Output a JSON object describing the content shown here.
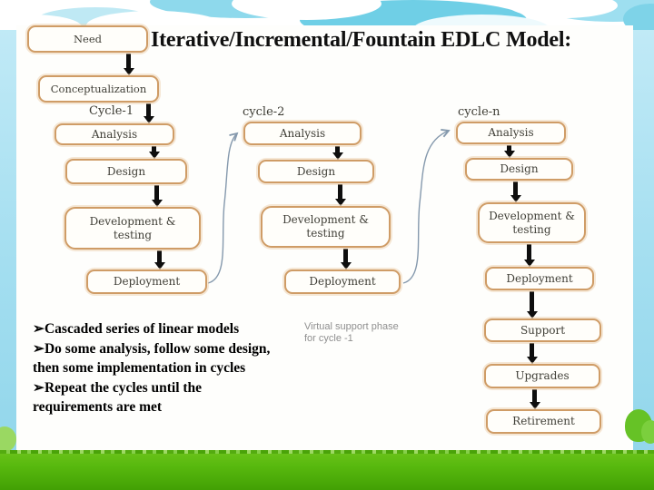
{
  "slide": {
    "title": "Iterative/Incremental/Fountain EDLC Model:"
  },
  "flow": {
    "need": "Need",
    "conceptualization": "Conceptualization"
  },
  "cycles": [
    {
      "label": "Cycle-1",
      "phases": [
        "Analysis",
        "Design",
        "Development & testing",
        "Deployment"
      ]
    },
    {
      "label": "cycle-2",
      "phases": [
        "Analysis",
        "Design",
        "Development & testing",
        "Deployment"
      ]
    },
    {
      "label": "cycle-n",
      "phases": [
        "Analysis",
        "Design",
        "Development & testing",
        "Deployment",
        "Support",
        "Upgrades",
        "Retirement"
      ]
    }
  ],
  "notes": {
    "bullets": [
      "➢Cascaded series of linear models",
      "➢Do some analysis, follow some design, then some implementation in cycles",
      "➢Repeat the cycles until the requirements are met"
    ],
    "virtual_note_line1": "Virtual support phase",
    "virtual_note_line2": "for cycle -1"
  },
  "colors": {
    "box_border": "#cf9c66",
    "down_arrow": "#0e0e0e",
    "connector": "#8599ad",
    "grass": "#4fae0a",
    "sky": "#9edcee"
  }
}
